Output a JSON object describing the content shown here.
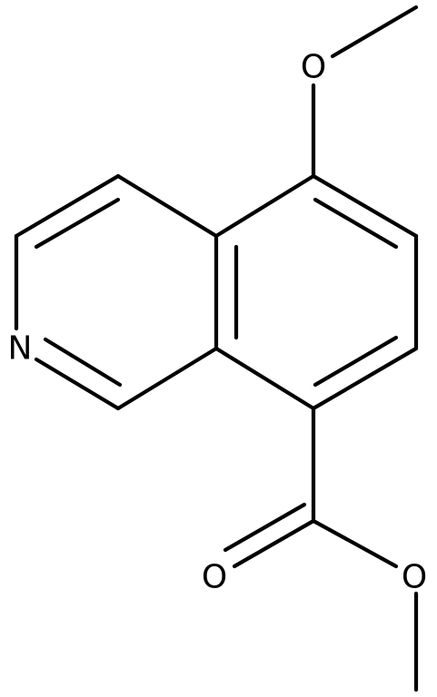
{
  "molecule": {
    "atoms": {
      "nitrogen": "N",
      "oxygen_methoxy": "O",
      "oxygen_carbonyl": "O",
      "oxygen_ester": "O"
    }
  },
  "colors": {
    "background": "#ffffff",
    "bond": "#000000",
    "label": "#000000"
  }
}
